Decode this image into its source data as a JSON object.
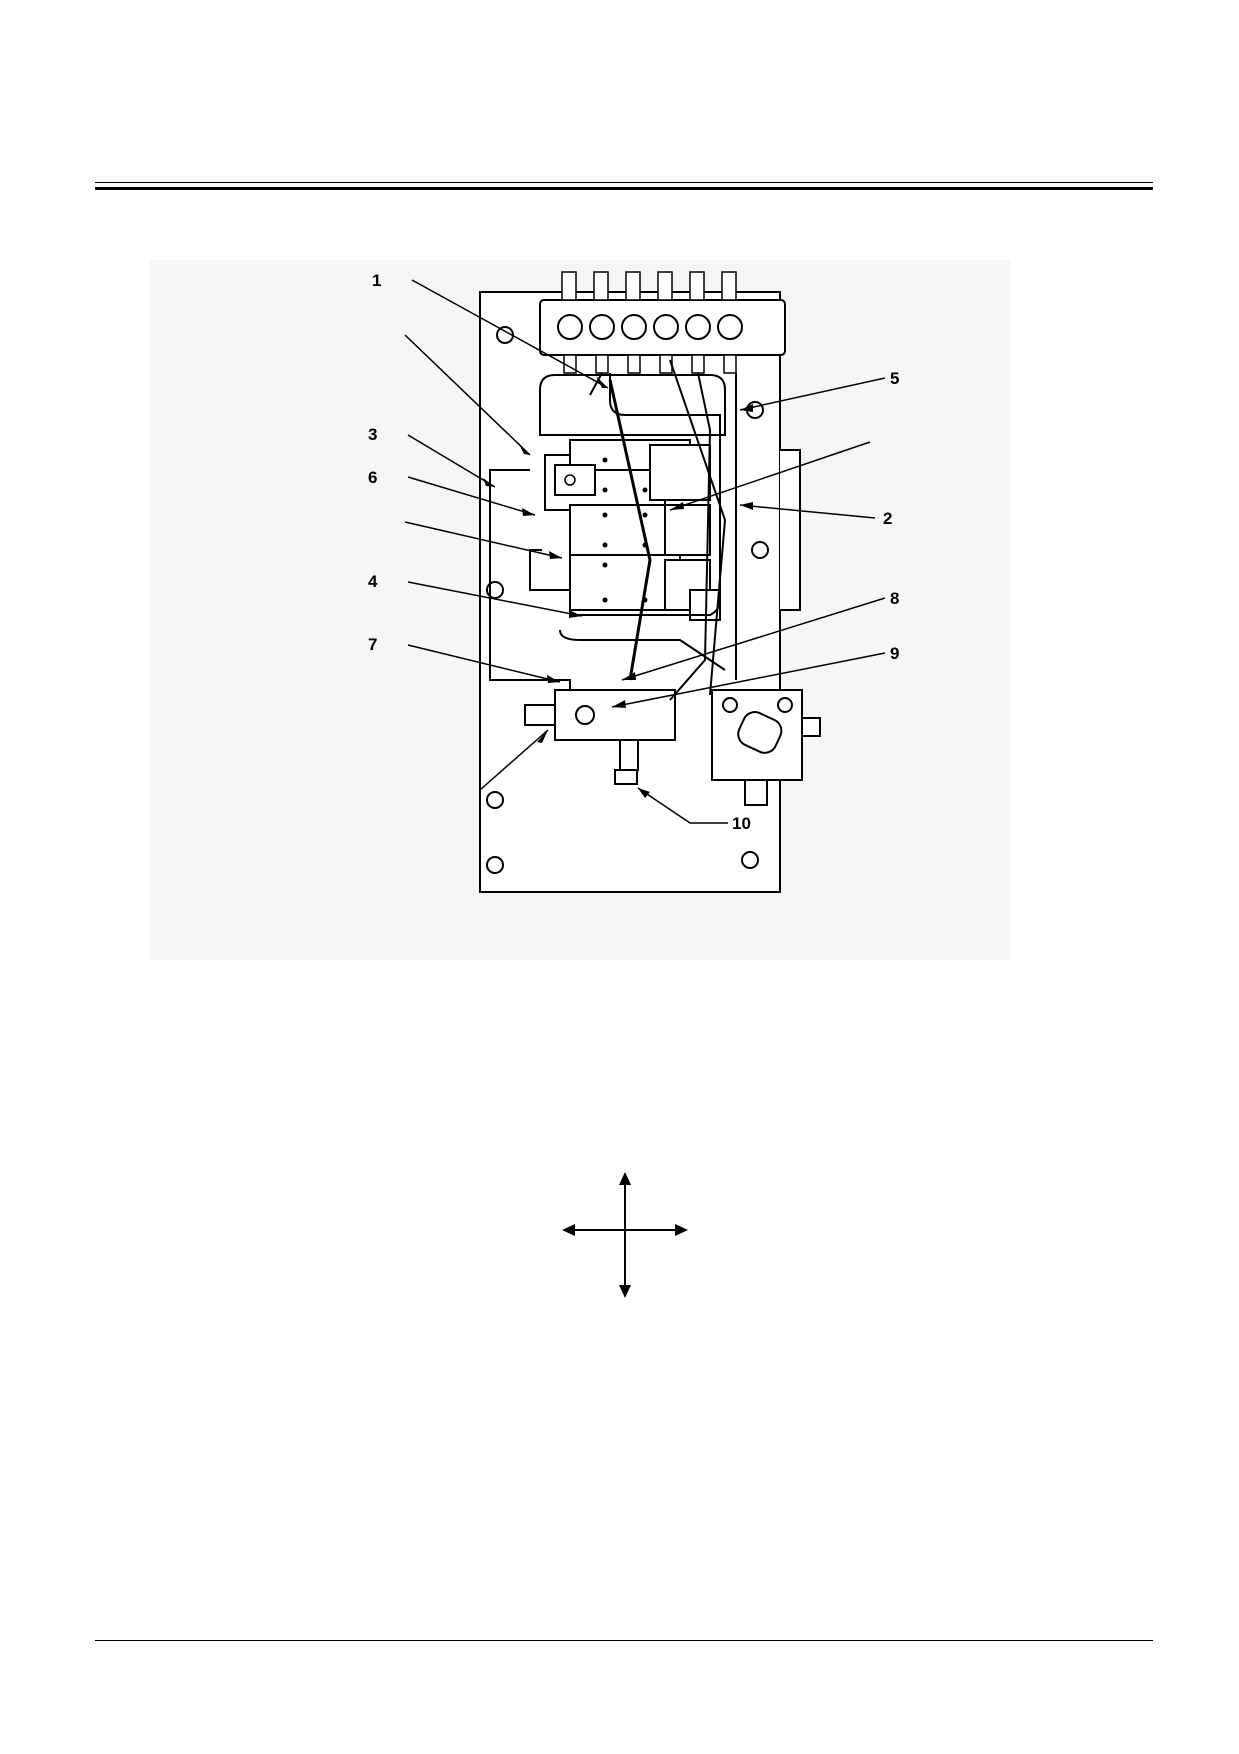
{
  "diagram": {
    "callouts": [
      {
        "id": "1",
        "label": "1"
      },
      {
        "id": "2",
        "label": "2"
      },
      {
        "id": "3",
        "label": "3"
      },
      {
        "id": "4",
        "label": "4"
      },
      {
        "id": "5",
        "label": "5"
      },
      {
        "id": "6",
        "label": "6"
      },
      {
        "id": "7",
        "label": "7"
      },
      {
        "id": "8",
        "label": "8"
      },
      {
        "id": "9",
        "label": "9"
      },
      {
        "id": "10",
        "label": "10"
      }
    ]
  },
  "colors": {
    "line": "#000000",
    "background": "#ffffff",
    "shade": "#f2f2f2"
  }
}
